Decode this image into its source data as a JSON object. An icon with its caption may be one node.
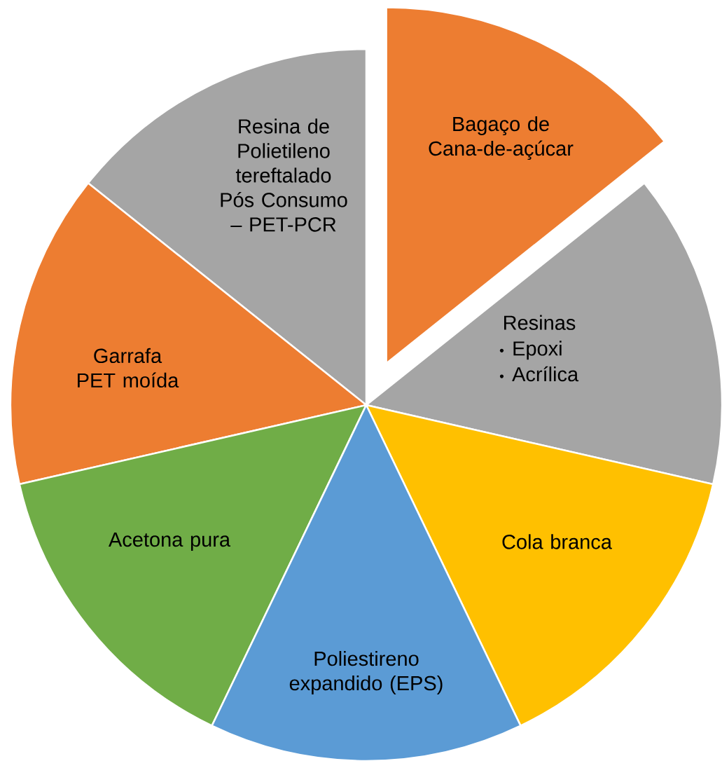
{
  "diagram": {
    "nodes": [
      {
        "text": [
          "Resina de Polietileno tereftalado Pós Consumo – PET-PCR"
        ]
      },
      {
        "text": [
          "Bagaço de Cana-de-açúcar"
        ]
      },
      {
        "text": [
          "Resinas",
          "Epoxi",
          "Acrílica"
        ]
      },
      {
        "text": [
          "Garrafa PET moída"
        ]
      },
      {
        "text": [
          "Acetona pura"
        ]
      },
      {
        "text": [
          "Cola branca"
        ]
      },
      {
        "text": [
          "Poliestireno expandido (EPS)"
        ]
      }
    ]
  }
}
